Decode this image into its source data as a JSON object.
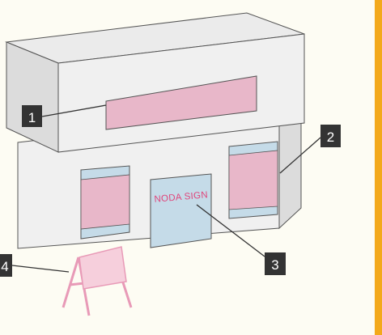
{
  "colors": {
    "background": "#fdfcf3",
    "accent": "#f3a91c",
    "building_front": "#f0f0f0",
    "building_side": "#dcdcdc",
    "building_top": "#ebebeb",
    "outline": "#555555",
    "sign_pink": "#e8b7c9",
    "glass_blue": "#c5dbe8",
    "door_text": "#e0457b",
    "stand_pink": "#f6cfdc",
    "stand_frame": "#e89ab7",
    "callout_box": "#333333",
    "callout_text": "#ffffff"
  },
  "door": {
    "sign_text": "NODA SIGN"
  },
  "callouts": [
    {
      "number": "1",
      "target": "rooftop-signboard"
    },
    {
      "number": "2",
      "target": "window-sign"
    },
    {
      "number": "3",
      "target": "door-sign"
    },
    {
      "number": "4",
      "target": "a-frame-stand-sign"
    }
  ]
}
